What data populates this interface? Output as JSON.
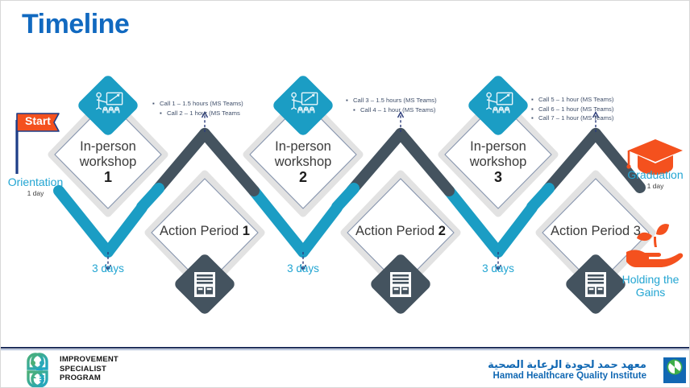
{
  "slide": {
    "title": "Timeline",
    "title_color": "#1169C0",
    "accent_teal": "#1B9DC4",
    "accent_slate": "#44535F",
    "accent_orange": "#F4511E",
    "link_teal": "#22A5D2"
  },
  "start": {
    "label": "Start"
  },
  "milestones": {
    "orientation": {
      "title": "Orientation",
      "sub": "1 day"
    },
    "graduation": {
      "title": "Graduation",
      "sub": "1 day"
    },
    "holding": {
      "title": "Holding the",
      "title2": "Gains"
    }
  },
  "workshops": [
    {
      "line1": "In-person",
      "line2": "workshop",
      "num": "1",
      "icon": "presenter-whiteboard-icon"
    },
    {
      "line1": "In-person",
      "line2": "workshop",
      "num": "2",
      "icon": "presenter-whiteboard-icon"
    },
    {
      "line1": "In-person",
      "line2": "workshop",
      "num": "3",
      "icon": "presenter-whiteboard-icon"
    }
  ],
  "action_periods": [
    {
      "label": "Action Period",
      "num": "1",
      "num_bold": true,
      "icon": "report-document-icon"
    },
    {
      "label": "Action Period",
      "num": "2",
      "num_bold": true,
      "icon": "report-document-icon"
    },
    {
      "label": "Action Period",
      "num": "3",
      "num_bold": false,
      "icon": "report-document-icon"
    }
  ],
  "call_groups": [
    {
      "lines": [
        "Call 1 – 1.5 hours (MS Teams)",
        "Call 2 – 1 hour (MS Teams"
      ]
    },
    {
      "lines": [
        "Call 3 – 1.5 hours (MS Teams)",
        "Call 4 – 1 hour (MS Teams)"
      ]
    },
    {
      "lines": [
        "Call 5 – 1 hour (MS Teams)",
        "Call 6 – 1 hour (MS Teams)",
        "Call 7 – 1 hour (MS Teams)"
      ]
    }
  ],
  "durations": [
    {
      "text": "3 days"
    },
    {
      "text": "3 days"
    },
    {
      "text": "3 days"
    }
  ],
  "footer": {
    "isp": {
      "l1": "IMPROVEMENT",
      "l2": "SPECIALIST",
      "l3": "PROGRAM"
    },
    "hhqi": {
      "arabic": "معهد حمد لجودة الرعاية الصحية",
      "english": "Hamad Healthcare Quality Institute",
      "badge": "حمد"
    }
  }
}
